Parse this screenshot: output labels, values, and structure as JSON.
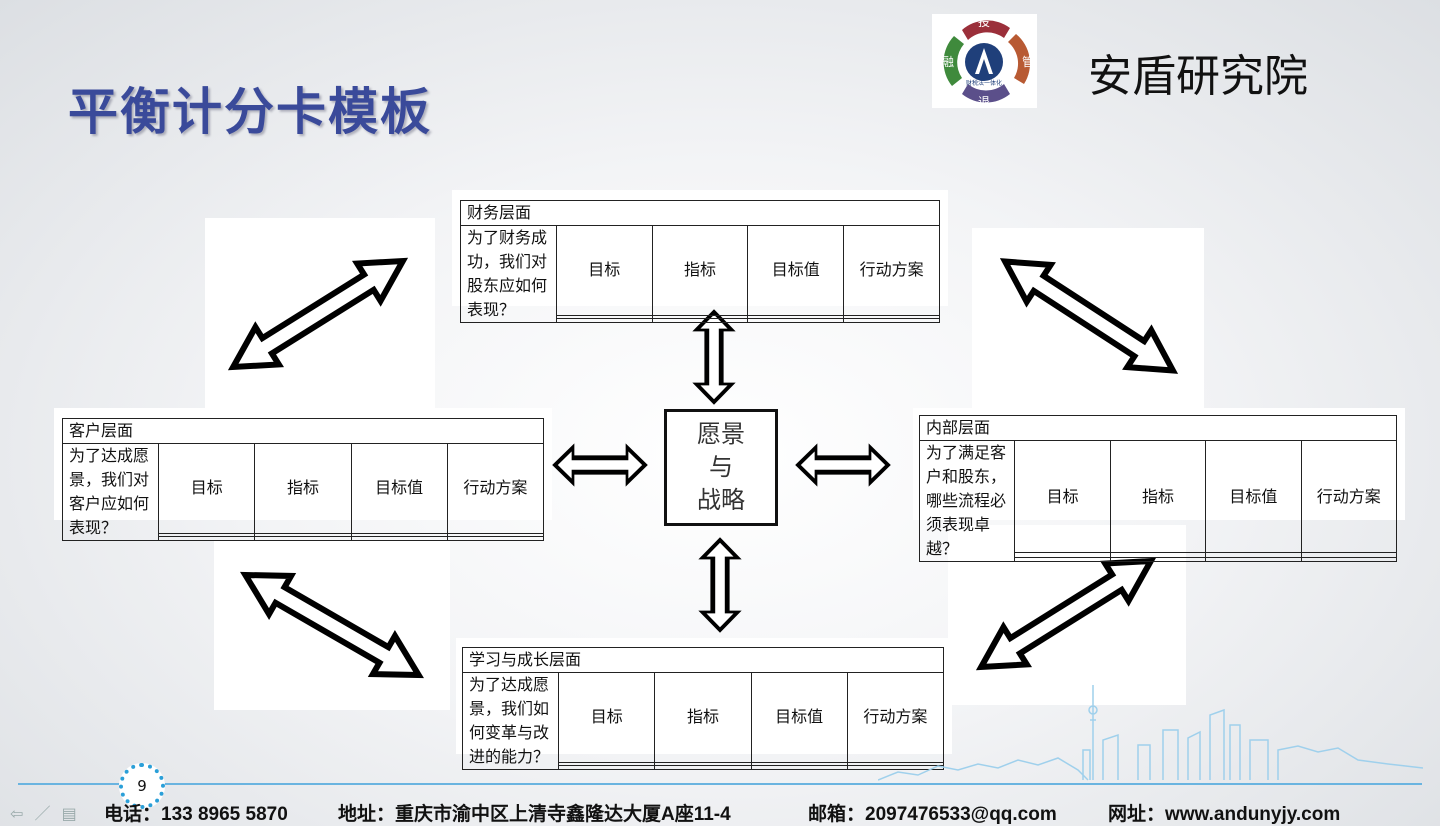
{
  "title": "平衡计分卡模板",
  "logo": {
    "chars": [
      "投",
      "融",
      "管",
      "退"
    ],
    "inner_text": "财税法一体化"
  },
  "org_name": "安盾研究院",
  "center": {
    "lines": [
      "愿景",
      "与",
      "战略"
    ]
  },
  "columns": [
    "目标",
    "指标",
    "目标值",
    "行动方案"
  ],
  "panels": {
    "financial": {
      "title": "财务层面",
      "question": "为了财务成功，我们对股东应如何表现？"
    },
    "customer": {
      "title": "客户层面",
      "question": "为了达成愿景，我们对客户应如何表现？"
    },
    "internal": {
      "title": "内部层面",
      "question": "为了满足客户和股东，哪些流程必须表现卓越？"
    },
    "learning": {
      "title": "学习与成长层面",
      "question": "为了达成愿景，我们如何变革与改进的能力？"
    }
  },
  "page_number": "9",
  "footer": {
    "phone": "电话：133 8965 5870",
    "address": "地址：重庆市渝中区上清寺鑫隆达大厦A座11-4",
    "email": "邮箱：2097476533@qq.com",
    "website": "网址：www.andunyjy.com"
  },
  "colors": {
    "title": "#3a4a9a",
    "accent_line": "#6ab4e0",
    "page_dots": "#2a9fd8"
  }
}
